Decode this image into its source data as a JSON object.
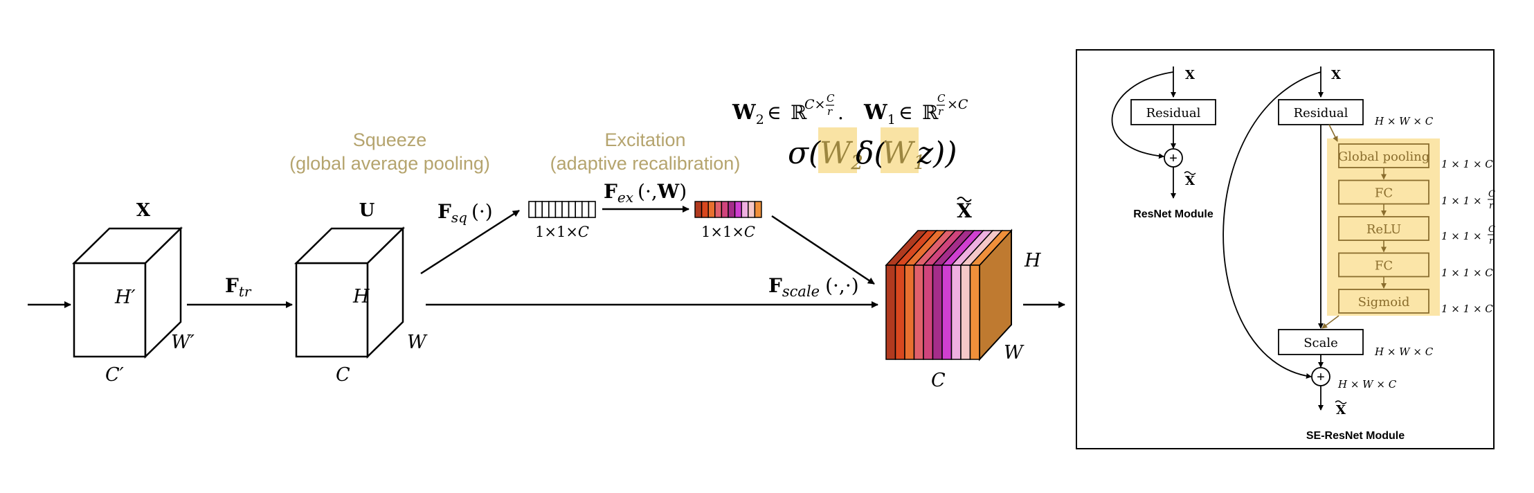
{
  "main": {
    "labels": {
      "input_x": "X",
      "input_u": "U",
      "output_x": "X",
      "h_prime": "H",
      "w_prime": "W",
      "c_prime": "C",
      "prime": "′",
      "h": "H",
      "w": "W",
      "c": "C",
      "out_h": "H",
      "out_w": "W",
      "out_c": "C"
    },
    "squeeze": {
      "title": "Squeeze",
      "subtitle": "(global average pooling)"
    },
    "excitation": {
      "title": "Excitation",
      "subtitle": "(adaptive recalibration)"
    },
    "ops": {
      "f_tr": {
        "main": "F",
        "sub": "tr"
      },
      "f_sq": {
        "main": "F",
        "sub": "sq",
        "args": "(·)"
      },
      "f_ex": {
        "main": "F",
        "sub": "ex",
        "args": "(·,",
        "w": "W",
        "close": ")"
      },
      "f_scale": {
        "main": "F",
        "sub": "scale",
        "args": "(·,·)"
      }
    },
    "vector_dims": {
      "squeeze": "1×1×",
      "excite": "1×1×",
      "c": "C"
    },
    "formula_top": {
      "w2": "W",
      "w2_sub": "2",
      "in": "∈",
      "r": "ℝ",
      "w2_sup": "C×",
      "frac_num": "C",
      "frac_den": "r",
      "period": ".",
      "w1": "W",
      "w1_sub": "1",
      "w1_sup_tail": "×C"
    },
    "formula_main": {
      "sigma": "σ(",
      "w2": "W",
      "w2_sub": "2",
      "delta": "δ(",
      "w1": "W",
      "w1_sub": "1",
      "z": "z))"
    }
  },
  "panel": {
    "resnet": {
      "x_label": "X",
      "out_label": "X",
      "residual": "Residual",
      "plus": "+",
      "caption": "ResNet Module"
    },
    "se_resnet": {
      "x_label": "X",
      "out_label": "X",
      "residual": "Residual",
      "plus": "+",
      "blocks": [
        "Global pooling",
        "FC",
        "ReLU",
        "FC",
        "Sigmoid"
      ],
      "scale": "Scale",
      "dim_hwc": "H × W × C",
      "dim_11c": "1 × 1 × C",
      "dim_11_prefix": "1 × 1 ×",
      "frac_num": "C",
      "frac_den": "r",
      "caption": "SE-ResNet Module"
    }
  },
  "colors": {
    "gold_text": "#b5a46e",
    "highlight": "#f9e3a4",
    "block_fill": "#fbe5a8",
    "block_stroke": "#8a6d2d",
    "cube_side": "#bf7a30",
    "slices": [
      "#b13a1f",
      "#d8481f",
      "#e8702f",
      "#e0606c",
      "#d0447c",
      "#a52d8a",
      "#cf3fd0",
      "#eeb0e0",
      "#f5c8c8",
      "#ef8f3a"
    ]
  }
}
